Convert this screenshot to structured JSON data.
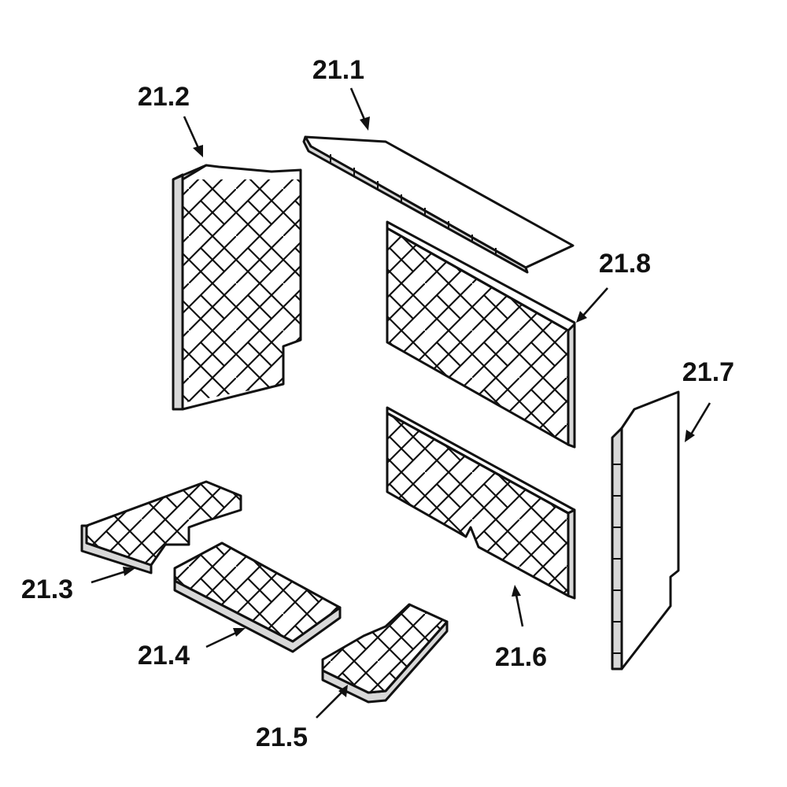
{
  "diagram": {
    "parts": [
      {
        "id": "21.1",
        "label": "21.1"
      },
      {
        "id": "21.2",
        "label": "21.2"
      },
      {
        "id": "21.3",
        "label": "21.3"
      },
      {
        "id": "21.4",
        "label": "21.4"
      },
      {
        "id": "21.5",
        "label": "21.5"
      },
      {
        "id": "21.6",
        "label": "21.6"
      },
      {
        "id": "21.7",
        "label": "21.7"
      },
      {
        "id": "21.8",
        "label": "21.8"
      }
    ],
    "colors": {
      "line": "#111111",
      "fill": "#ffffff",
      "edge": "#d8d8d8"
    }
  }
}
